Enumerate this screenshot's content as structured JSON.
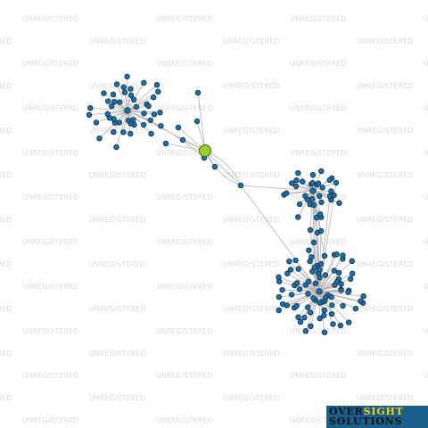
{
  "watermark": {
    "text": "UNREGISTERED",
    "color": "#dcdcdc"
  },
  "graph": {
    "node_color": "#1f6fa8",
    "focus_node_color": "#9acd32",
    "edge_color": "#b4b4b4",
    "clusters": [
      {
        "name": "upper-left-cluster",
        "leaf_count": 44
      },
      {
        "name": "right-upper-cluster",
        "leaf_count": 30
      },
      {
        "name": "right-lower-cluster",
        "leaf_count": 78
      }
    ]
  },
  "logo": {
    "line1_a": "OVER",
    "line1_b": "SIGHT",
    "line2": "SOLUTIONS",
    "background": "#1a5f8c",
    "accent": "#f4d000"
  }
}
